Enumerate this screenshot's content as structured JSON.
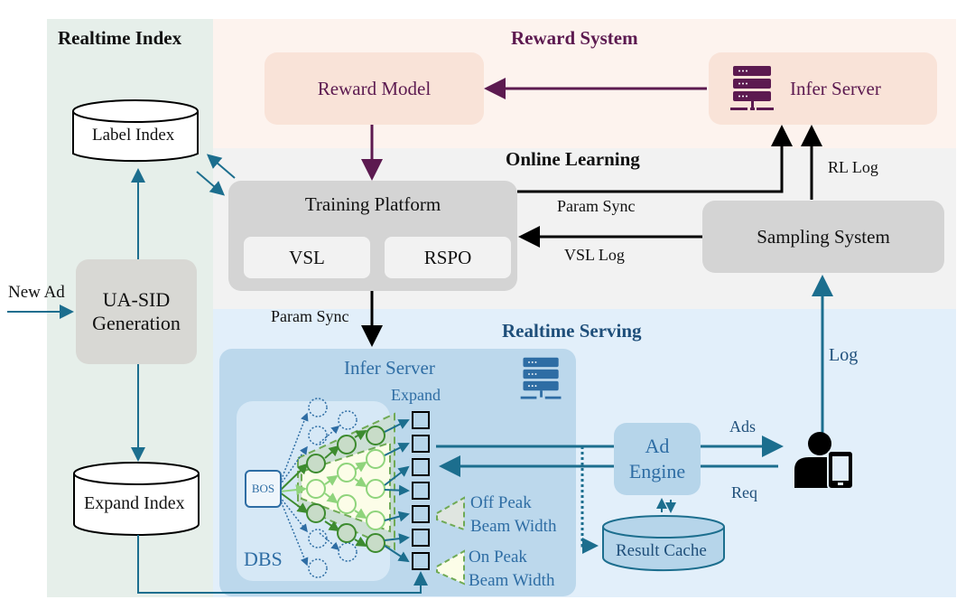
{
  "regions": {
    "realtime_index": {
      "title": "Realtime Index",
      "color": "#e6efea"
    },
    "reward_system": {
      "title": "Reward System",
      "color": "#fdf3ee",
      "title_color": "#5c1a50"
    },
    "online_learning": {
      "title": "Online Learning",
      "color": "#f2f2f2"
    },
    "realtime_serving": {
      "title": "Realtime Serving",
      "color": "#e2effa",
      "title_color": "#1f4f7a"
    }
  },
  "nodes": {
    "reward_model": "Reward Model",
    "reward_infer_server": "Infer Server",
    "label_index": "Label Index",
    "training_platform": "Training Platform",
    "vsl": "VSL",
    "rspo": "RSPO",
    "sampling_system": "Sampling System",
    "ua_sid_generation_line1": "UA-SID",
    "ua_sid_generation_line2": "Generation",
    "expand_index": "Expand Index",
    "serving_infer_server": "Infer Server",
    "expand": "Expand",
    "bos": "BOS",
    "dbs": "DBS",
    "off_peak_line1": "Off Peak",
    "off_peak_line2": "Beam Width",
    "on_peak_line1": "On Peak",
    "on_peak_line2": "Beam Width",
    "ad_engine_line1": "Ad",
    "ad_engine_line2": "Engine",
    "result_cache": "Result Cache"
  },
  "edges": {
    "new_ad": "New Ad",
    "param_sync_top": "Param Sync",
    "vsl_log": "VSL Log",
    "rl_log": "RL Log",
    "param_sync_down": "Param Sync",
    "log": "Log",
    "ads": "Ads",
    "req": "Req"
  },
  "colors": {
    "purple": "#5c1a50",
    "teal": "#1c6e8e",
    "serving_blue": "#2e6da4",
    "green_dark": "#3d8b2f",
    "green_light": "#8fd47c"
  }
}
